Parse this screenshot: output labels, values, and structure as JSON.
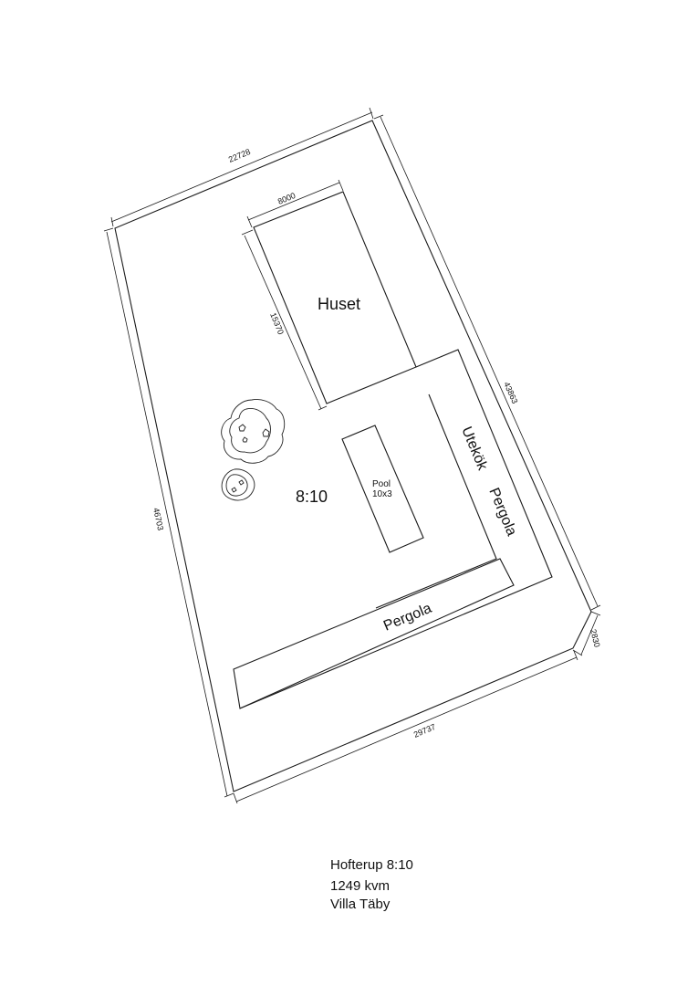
{
  "plan": {
    "rooms": {
      "house": "Huset",
      "pool_line1": "Pool",
      "pool_line2": "10x3",
      "outdoor_kitchen": "Utekök",
      "pergola_side": "Pergola",
      "pergola_bottom": "Pergola",
      "plot_label": "8:10"
    },
    "dimensions": {
      "top": "22728",
      "house_width": "8000",
      "house_length": "15370",
      "right": "43863",
      "left": "46703",
      "corner": "2830",
      "bottom": "29737"
    },
    "icons": [
      "tree-icon",
      "shrub-icon"
    ]
  },
  "caption": {
    "title": "Hofterup 8:10",
    "area": "1249 kvm",
    "subtitle": "Villa Täby"
  }
}
